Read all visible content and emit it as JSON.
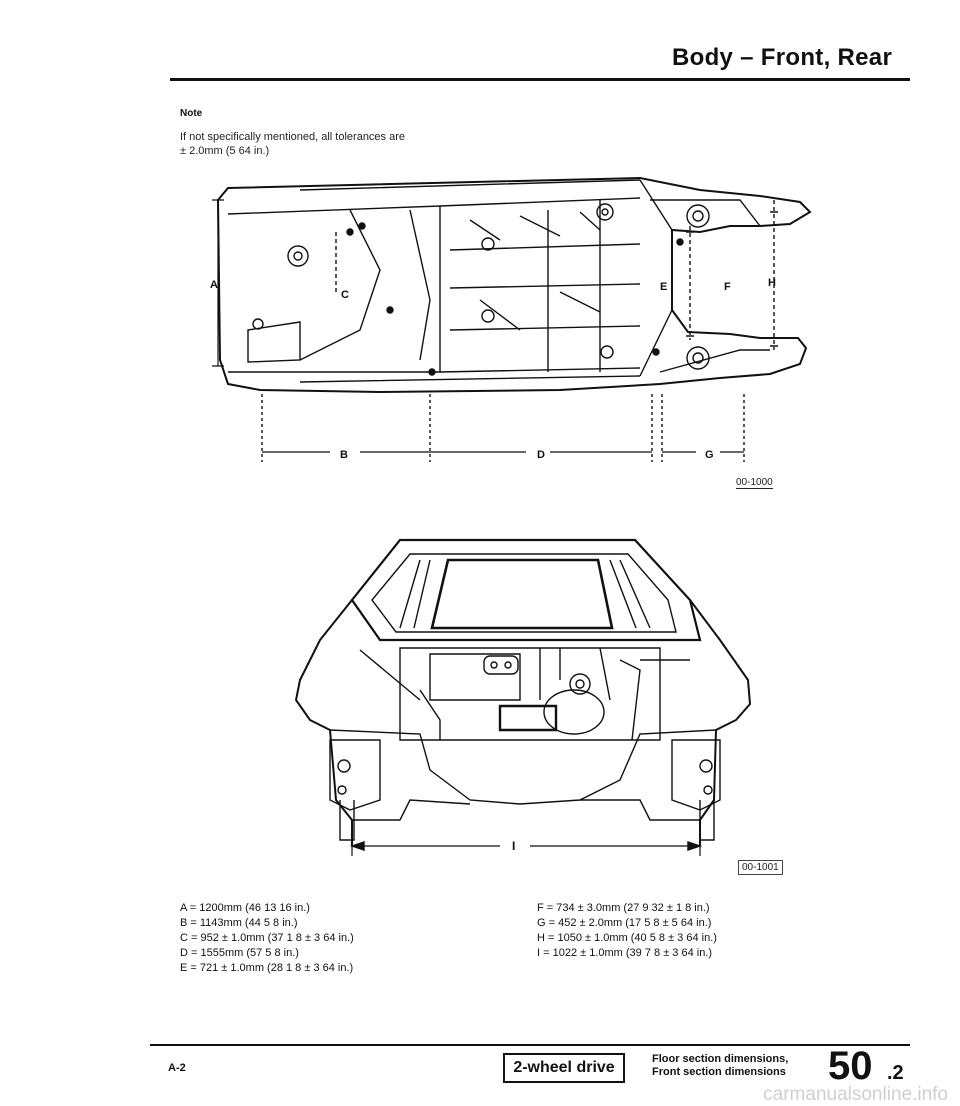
{
  "header": {
    "title": "Body – Front, Rear"
  },
  "note": {
    "label": "Note",
    "text": "If not specifically mentioned, all tolerances are",
    "tolerance": "± 2.0mm (5 64 in.)"
  },
  "figure1": {
    "code": "00-1000",
    "labels": {
      "A": "A",
      "B": "B",
      "C": "C",
      "D": "D",
      "E": "E",
      "F": "F",
      "G": "G",
      "H": "H"
    }
  },
  "figure2": {
    "code": "00-1001",
    "labels": {
      "I": "I"
    }
  },
  "dimensions": {
    "left": [
      "A = 1200mm (46 13 16 in.)",
      "B = 1143mm (44 5 8 in.)",
      "C = 952 ± 1.0mm (37 1 8 ± 3 64 in.)",
      "D = 1555mm (57 5 8 in.)",
      "E = 721 ± 1.0mm (28 1 8 ± 3 64 in.)"
    ],
    "right": [
      "F = 734 ± 3.0mm (27 9 32 ± 1 8 in.)",
      "G = 452 ± 2.0mm (17 5 8 ± 5 64 in.)",
      "H = 1050 ± 1.0mm (40 5 8 ± 3 64 in.)",
      "I = 1022 ± 1.0mm (39 7 8 ± 3 64 in.)"
    ]
  },
  "footer": {
    "page_ref": "A-2",
    "drive": "2-wheel drive",
    "section_line1": "Floor section dimensions,",
    "section_line2": "Front section dimensions",
    "section_number": "50",
    "section_sub": ".2"
  },
  "watermark": "carmanualsonline.info"
}
